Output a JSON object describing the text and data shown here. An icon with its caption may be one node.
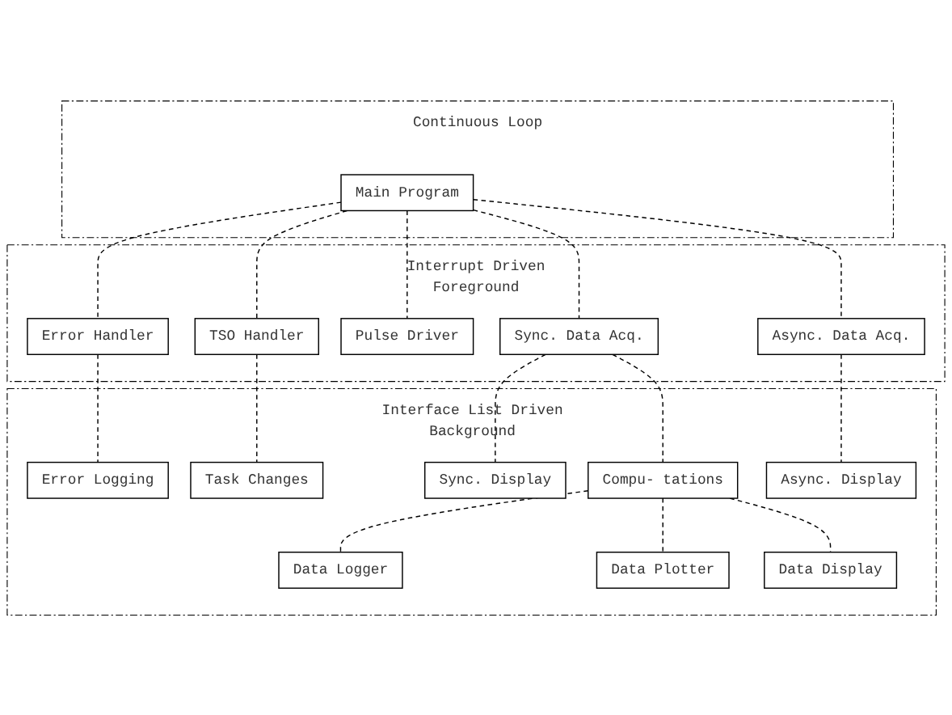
{
  "diagram": {
    "nodes": [
      {
        "text": [
          "Continuous Loop"
        ]
      },
      {
        "text": [
          "Main Program"
        ],
        "in": 0
      },
      {
        "text": [
          "Interrupt Driven",
          "Foreground"
        ]
      },
      {
        "text": [
          "Error Handler"
        ],
        "in": 2
      },
      {
        "text": [
          "TSO Handler"
        ],
        "in": 2
      },
      {
        "text": [
          "Pulse Driver"
        ],
        "in": 2
      },
      {
        "text": [
          "Sync. Data Acq."
        ],
        "in": 2
      },
      {
        "text": [
          "Async. Data Acq."
        ],
        "in": 2
      },
      {
        "text": [
          "Interface List Driven",
          "Background"
        ]
      },
      {
        "text": [
          "Error Logging"
        ],
        "in": 8
      },
      {
        "text": [
          "Task Changes"
        ],
        "in": 8
      },
      {
        "text": [
          "Sync. Display"
        ],
        "in": 8
      },
      {
        "text": [
          "Compu- tations"
        ],
        "in": 8
      },
      {
        "text": [
          "Async. Display"
        ],
        "in": 8
      },
      {
        "text": [
          "Data Logger"
        ],
        "in": 8
      },
      {
        "text": [
          "Data Plotter"
        ],
        "in": 8
      },
      {
        "text": [
          "Data Display"
        ],
        "in": 8
      }
    ],
    "edges": [
      {
        "from": 1,
        "to": 3,
        "arrow": "none",
        "style": "dashed"
      },
      {
        "from": 1,
        "to": 4,
        "arrow": "none",
        "style": "dashed"
      },
      {
        "from": 1,
        "to": 5,
        "arrow": "none",
        "style": "dashed"
      },
      {
        "from": 1,
        "to": 6,
        "arrow": "none",
        "style": "dashed"
      },
      {
        "from": 1,
        "to": 7,
        "arrow": "none",
        "style": "dashed"
      },
      {
        "from": 3,
        "to": 9,
        "arrow": "none",
        "style": "dashed"
      },
      {
        "from": 4,
        "to": 10,
        "arrow": "none",
        "style": "dashed"
      },
      {
        "from": 6,
        "to": 11,
        "arrow": "none",
        "style": "dashed"
      },
      {
        "from": 6,
        "to": 12,
        "arrow": "none",
        "style": "dashed"
      },
      {
        "from": 7,
        "to": 13,
        "arrow": "none",
        "style": "dashed"
      },
      {
        "from": 12,
        "to": 14,
        "arrow": "none",
        "style": "dashed"
      },
      {
        "from": 12,
        "to": 15,
        "arrow": "none",
        "style": "dashed"
      },
      {
        "from": 12,
        "to": 16,
        "arrow": "none",
        "style": "dashed"
      }
    ]
  }
}
